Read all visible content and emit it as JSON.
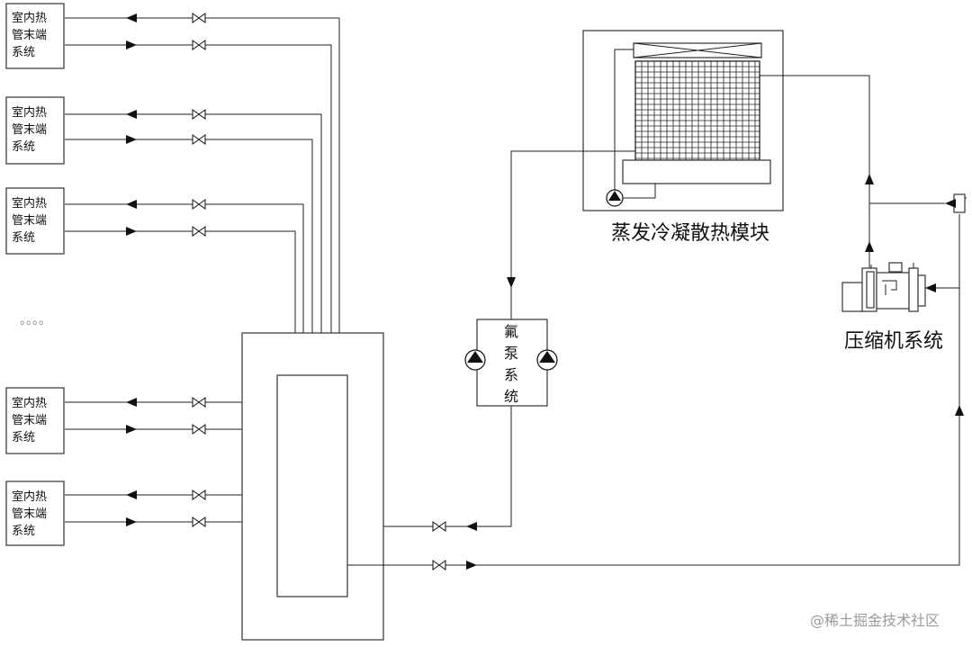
{
  "terminals": [
    {
      "lines": [
        "室内热",
        "管末端",
        "系统"
      ]
    },
    {
      "lines": [
        "室内热",
        "管末端",
        "系统"
      ]
    },
    {
      "lines": [
        "室内热",
        "管末端",
        "系统"
      ]
    },
    {
      "lines": [
        "室内热",
        "管末端",
        "系统"
      ]
    },
    {
      "lines": [
        "室内热",
        "管末端",
        "系统"
      ]
    }
  ],
  "ellipsis": "。。。。",
  "condenser_label": "蒸发冷凝散热模块",
  "pump_label": [
    "氟",
    "泵",
    "系",
    "统"
  ],
  "compressor_label": "压缩机系统",
  "watermark": "@稀土掘金技术社区"
}
